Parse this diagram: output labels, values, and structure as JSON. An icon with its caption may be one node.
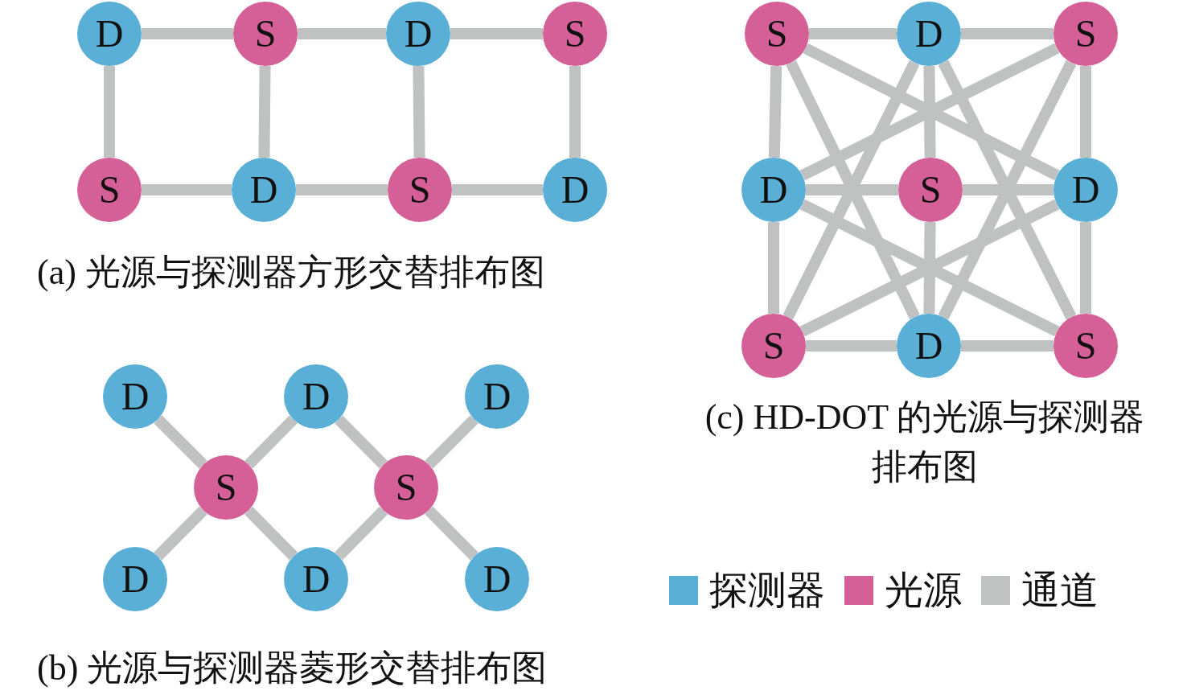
{
  "diagram": {
    "nodes": [
      {
        "text": [
          "D"
        ]
      },
      {
        "text": [
          "S"
        ]
      },
      {
        "text": [
          "D"
        ]
      },
      {
        "text": [
          "S"
        ]
      },
      {
        "text": [
          "S"
        ]
      },
      {
        "text": [
          "D"
        ]
      },
      {
        "text": [
          "S"
        ]
      },
      {
        "text": [
          "D"
        ]
      },
      {
        "text": [
          "D"
        ]
      },
      {
        "text": [
          "D"
        ]
      },
      {
        "text": [
          "D"
        ]
      },
      {
        "text": [
          "S"
        ]
      },
      {
        "text": [
          "S"
        ]
      },
      {
        "text": [
          "D"
        ]
      },
      {
        "text": [
          "D"
        ]
      },
      {
        "text": [
          "D"
        ]
      },
      {
        "text": [
          "S"
        ]
      },
      {
        "text": [
          "D"
        ]
      },
      {
        "text": [
          "S"
        ]
      },
      {
        "text": [
          "D"
        ]
      },
      {
        "text": [
          "S"
        ]
      },
      {
        "text": [
          "D"
        ]
      },
      {
        "text": [
          "S"
        ]
      },
      {
        "text": [
          "D"
        ]
      },
      {
        "text": [
          "S"
        ]
      }
    ],
    "edges": [
      {
        "from": 0,
        "to": 1,
        "arrow": "none"
      },
      {
        "from": 1,
        "to": 2,
        "arrow": "none"
      },
      {
        "from": 2,
        "to": 3,
        "arrow": "none"
      },
      {
        "from": 4,
        "to": 5,
        "arrow": "none"
      },
      {
        "from": 5,
        "to": 6,
        "arrow": "none"
      },
      {
        "from": 6,
        "to": 7,
        "arrow": "none"
      },
      {
        "from": 0,
        "to": 4,
        "arrow": "none"
      },
      {
        "from": 1,
        "to": 5,
        "arrow": "none"
      },
      {
        "from": 2,
        "to": 6,
        "arrow": "none"
      },
      {
        "from": 3,
        "to": 7,
        "arrow": "none"
      },
      {
        "from": 8,
        "to": 11,
        "arrow": "none"
      },
      {
        "from": 9,
        "to": 11,
        "arrow": "none"
      },
      {
        "from": 9,
        "to": 12,
        "arrow": "none"
      },
      {
        "from": 10,
        "to": 12,
        "arrow": "none"
      },
      {
        "from": 13,
        "to": 11,
        "arrow": "none"
      },
      {
        "from": 14,
        "to": 11,
        "arrow": "none"
      },
      {
        "from": 14,
        "to": 12,
        "arrow": "none"
      },
      {
        "from": 15,
        "to": 12,
        "arrow": "none"
      },
      {
        "from": 16,
        "to": 17,
        "arrow": "none"
      },
      {
        "from": 16,
        "to": 19,
        "arrow": "none"
      },
      {
        "from": 16,
        "to": 21,
        "arrow": "none"
      },
      {
        "from": 16,
        "to": 23,
        "arrow": "none"
      },
      {
        "from": 18,
        "to": 17,
        "arrow": "none"
      },
      {
        "from": 18,
        "to": 19,
        "arrow": "none"
      },
      {
        "from": 18,
        "to": 21,
        "arrow": "none"
      },
      {
        "from": 18,
        "to": 23,
        "arrow": "none"
      },
      {
        "from": 20,
        "to": 17,
        "arrow": "none"
      },
      {
        "from": 20,
        "to": 19,
        "arrow": "none"
      },
      {
        "from": 20,
        "to": 21,
        "arrow": "none"
      },
      {
        "from": 20,
        "to": 23,
        "arrow": "none"
      },
      {
        "from": 22,
        "to": 17,
        "arrow": "none"
      },
      {
        "from": 22,
        "to": 19,
        "arrow": "none"
      },
      {
        "from": 22,
        "to": 21,
        "arrow": "none"
      },
      {
        "from": 22,
        "to": 23,
        "arrow": "none"
      },
      {
        "from": 24,
        "to": 17,
        "arrow": "none"
      },
      {
        "from": 24,
        "to": 19,
        "arrow": "none"
      },
      {
        "from": 24,
        "to": 21,
        "arrow": "none"
      },
      {
        "from": 24,
        "to": 23,
        "arrow": "none"
      }
    ],
    "labels": [
      "(a) 光源与探测器方形交替排布图",
      "(c) HD-DOT 的光源与探测器排布图",
      "(b) 光源与探测器菱形交替排布图"
    ],
    "legend": [
      {
        "text": "探测器",
        "color": "#5aafd6"
      },
      {
        "text": "光源",
        "color": "#d56098"
      },
      {
        "text": "通道",
        "color": "#c0c2c2"
      }
    ]
  }
}
